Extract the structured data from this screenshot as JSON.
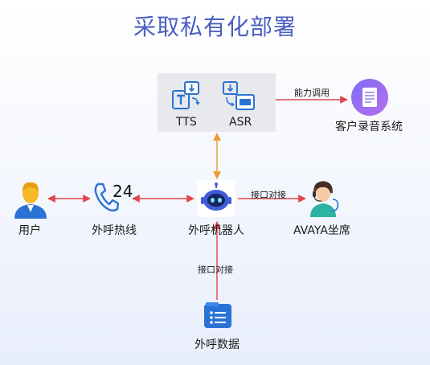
{
  "title": "采取私有化部署",
  "nodes": {
    "tts": "TTS",
    "asr": "ASR",
    "recording": "客户录音系统",
    "user": "用户",
    "hotline": "外呼热线",
    "hotline_badge": "24",
    "robot": "外呼机器人",
    "avaya": "AVAYA坐席",
    "data": "外呼数据"
  },
  "edges": {
    "capability_call": "能力调用",
    "interface_avaya": "接口对接",
    "interface_data": "接口对接"
  },
  "colors": {
    "title": "#4a5fc1",
    "red_line": "#e2464b",
    "orange_line": "#ee9a2e",
    "icon_blue": "#2a72d6"
  }
}
